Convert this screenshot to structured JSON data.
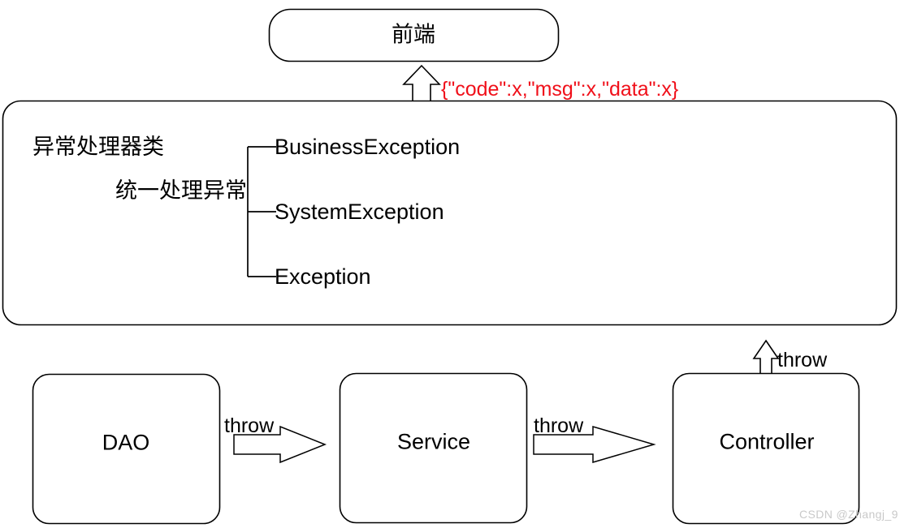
{
  "diagram": {
    "title_top_box": "前端",
    "response_payload": "{\"code\":x,\"msg\":x,\"data\":x}",
    "handler": {
      "class_label": "异常处理器类",
      "subtitle_label": "统一处理异常",
      "exceptions": [
        {
          "name": "BusinessException"
        },
        {
          "name": "SystemException"
        },
        {
          "name": "Exception"
        }
      ]
    },
    "layers": [
      {
        "name": "DAO"
      },
      {
        "name": "Service"
      },
      {
        "name": "Controller"
      }
    ],
    "edges": [
      {
        "label": "throw",
        "from": "DAO",
        "to": "Service"
      },
      {
        "label": "throw",
        "from": "Service",
        "to": "Controller"
      },
      {
        "label": "throw",
        "from": "Controller",
        "to": "异常处理器类"
      }
    ],
    "watermark": "CSDN @Zhangj_9",
    "colors": {
      "stroke": "#000000",
      "accent_red": "#f0101a",
      "watermark_gray": "#c9c9c9",
      "background": "#ffffff"
    }
  }
}
